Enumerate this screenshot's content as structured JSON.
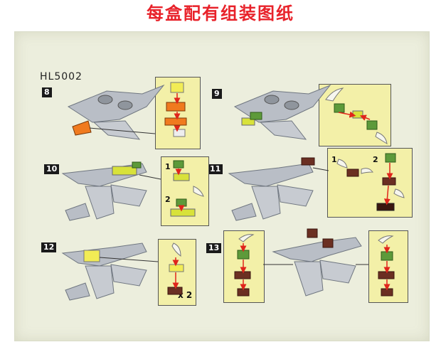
{
  "headline": "每盒配有组装图纸",
  "model_code": "HL5002",
  "steps": [
    {
      "number": "8"
    },
    {
      "number": "9"
    },
    {
      "number": "10",
      "sub_steps": [
        "1",
        "2"
      ]
    },
    {
      "number": "11",
      "sub_steps": [
        "1",
        "2"
      ]
    },
    {
      "number": "12",
      "multiplier": "x 2"
    },
    {
      "number": "13"
    }
  ],
  "colors": {
    "headline": "#e8222a",
    "paper": "#eceedd",
    "callout": "#f3f0a8",
    "brick_grey": "#b9bec6",
    "brick_orange": "#f07a1e",
    "brick_lime": "#d8e23a",
    "brick_green": "#5d9a3a",
    "brick_brown": "#6b2f22",
    "brick_yellow": "#f2ec55",
    "arrow_red": "#e0251b"
  }
}
